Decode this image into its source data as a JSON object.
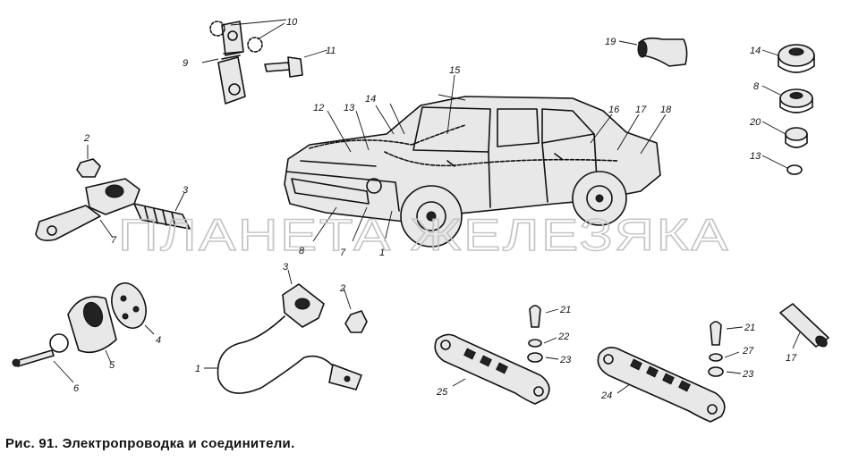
{
  "figure": {
    "caption": "Рис. 91. Электропроводка и соединители.",
    "watermark": "ПЛАНЕТА ЖЕЛЕЗЯКА",
    "callouts": {
      "c10": "10",
      "c9": "9",
      "c11": "11",
      "c19": "19",
      "c14a": "14",
      "c8a": "8",
      "c20": "20",
      "c13a": "13",
      "c2a": "2",
      "c3a": "3",
      "c7a": "7",
      "c15": "15",
      "c12": "12",
      "c13b": "13",
      "c14b": "14",
      "c16": "16",
      "c17a": "17",
      "c18": "18",
      "c8b": "8",
      "c7b": "7",
      "c1a": "1",
      "c3b": "3",
      "c2b": "2",
      "c1b": "1",
      "c4": "4",
      "c5": "5",
      "c6": "6",
      "c21a": "21",
      "c22a": "22",
      "c23a": "23",
      "c25": "25",
      "c21b": "21",
      "c27": "27",
      "c23b": "23",
      "c24": "24",
      "c17b": "17"
    }
  }
}
